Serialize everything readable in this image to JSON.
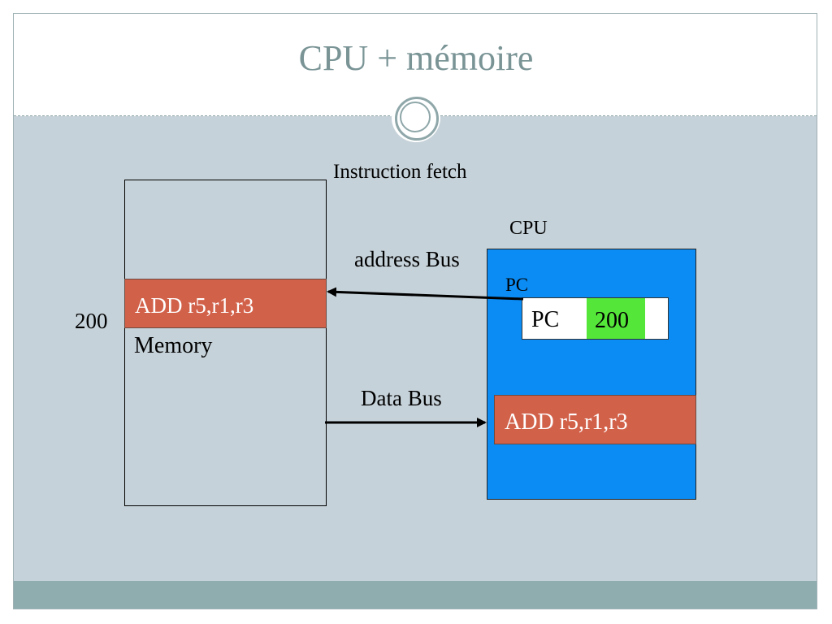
{
  "slide": {
    "title": "CPU + mémoire"
  },
  "diagram": {
    "instruction_fetch_label": "Instruction fetch",
    "cpu_label": "CPU",
    "address_bus_label": "address Bus",
    "pc_small_label": "PC",
    "pc_register_label": "PC",
    "pc_value": "200",
    "memory_address": "200",
    "memory_instruction": "ADD r5,r1,r3",
    "memory_label": "Memory",
    "data_bus_label": "Data Bus",
    "cpu_instruction": "ADD r5,r1,r3"
  },
  "colors": {
    "content_background": "#c6d2d9",
    "cpu": "#0b8cf4",
    "instruction": "#d2614a",
    "pc_value_highlight": "#55e63a",
    "accent": "#8fadaf"
  }
}
